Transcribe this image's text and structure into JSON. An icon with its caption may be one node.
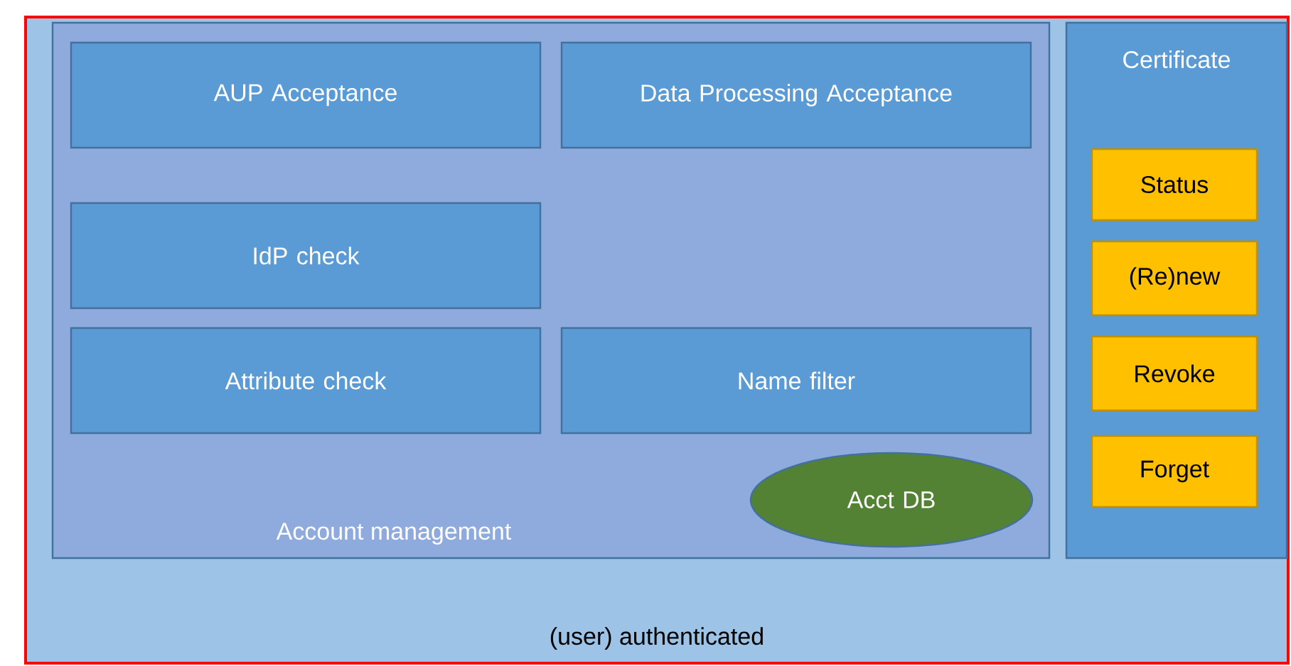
{
  "diagram": {
    "nodes": [
      {
        "text": [
          "(user) authenticated"
        ]
      },
      {
        "text": [
          "Account management"
        ],
        "in": 0
      },
      {
        "text": [
          "AUP Acceptance"
        ],
        "in": 1
      },
      {
        "text": [
          "Data Processing Acceptance"
        ],
        "in": 1
      },
      {
        "text": [
          "IdP check"
        ],
        "in": 1
      },
      {
        "text": [
          "Attribute check"
        ],
        "in": 1
      },
      {
        "text": [
          "Name filter"
        ],
        "in": 1
      },
      {
        "text": [
          "Acct DB"
        ],
        "in": 1
      },
      {
        "text": [
          "Certificate"
        ],
        "in": 0
      },
      {
        "text": [
          "Status"
        ],
        "in": 8
      },
      {
        "text": [
          "(Re)new"
        ],
        "in": 8
      },
      {
        "text": [
          "Revoke"
        ],
        "in": 8
      },
      {
        "text": [
          "Forget"
        ],
        "in": 8
      }
    ]
  }
}
